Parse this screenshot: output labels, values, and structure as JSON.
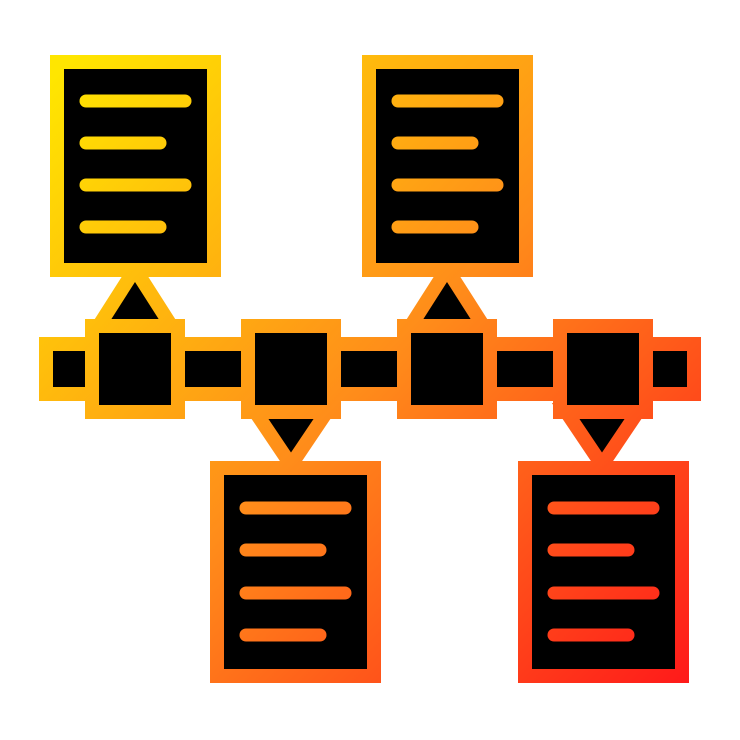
{
  "icon": {
    "name": "timeline-documents-icon",
    "gradient": {
      "start": "#FFE600",
      "middle": "#FF8C1A",
      "end": "#FF1A1A"
    },
    "fill": "#000000",
    "background": "#ffffff",
    "documents": [
      {
        "position": "top",
        "lines": 4
      },
      {
        "position": "top",
        "lines": 4
      },
      {
        "position": "bottom",
        "lines": 4
      },
      {
        "position": "bottom",
        "lines": 4
      }
    ],
    "timeline_nodes": 4
  }
}
